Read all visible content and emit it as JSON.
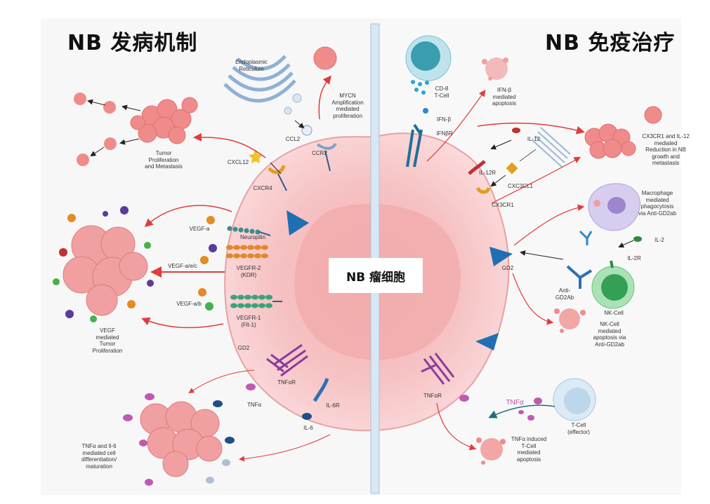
{
  "titles": {
    "left": "NB 发病机制",
    "right": "NB 免疫治疗",
    "center": "NB 瘤细胞"
  },
  "left_labels": {
    "endoplasmic": "Endoplasmic\nReticulum",
    "mycn": "MYCN\nAmplification\nmediated\nproliferation",
    "ccl2": "CCL2",
    "ccr2": "CCR2",
    "cxcl12": "CXCL12",
    "cxcr4": "CXCR4",
    "tumor_prolif": "Tumor\nProliferation\nand Metastasis",
    "vegf_a": "VEGF-a",
    "neuropilin": "Neuropilin",
    "vegf_aec": "VEGF-a/e/c",
    "vegfr2": "VEGFR-2\n(KDR)",
    "vegf_ab": "VEGF-a/b",
    "vegfr1": "VEGFR-1\n(Flt-1)",
    "vegf_mediated": "VEGF\nmediated\nTumor\nProliferation",
    "gd2_left": "GD2",
    "tnfar_left": "TNFαR",
    "tnfa_left": "TNFα",
    "il6r": "IL-6R",
    "il6": "IL-6",
    "tnfa_il6": "TNFα and Il-6\nmediated cell\ndifferentiation/\nmaturation"
  },
  "right_labels": {
    "cd8": "CD-8\nT-Cell",
    "ifnb": "IFN-β",
    "ifnbr": "IFNβR",
    "ifnb_apop": "IFN-β\nmediated\napoptosis",
    "il12": "IL-12",
    "il12r": "IL-12R",
    "cx3cl1": "CXC3CL1",
    "cx3cr1": "CX3CR1",
    "cx3cr1_note": "CX3CR1 and IL-12\nmediated\nReduction in NB\ngrowth and\nmetastasis",
    "macrophage": "Macrophage\nmediated\nphagocytosis\nvia Anti-GD2ab",
    "il2": "IL-2",
    "il2r": "IL-2R",
    "gd2_right": "GD2",
    "anti_gd2": "Anti-\nGD2Ab",
    "nk_cell": "NK-Cell",
    "nk_apop": "NK-Cell\nmediated\napoptosis via\nAnti-GD2ab",
    "tnfar_right": "TNFαR",
    "tnfa_right": "TNFα",
    "tcell_eff": "T-Cell\n(effector)",
    "tnfa_tcell": "TNFα induced\nT-Cell\nmediated\napoptosis"
  },
  "colors": {
    "tumor": "#f7c6c6",
    "tumor_core": "#f1a9aa",
    "arrow_red": "#e23b3b",
    "receptor_blue": "#1f6fb3",
    "divider": "#d9e6f3"
  }
}
